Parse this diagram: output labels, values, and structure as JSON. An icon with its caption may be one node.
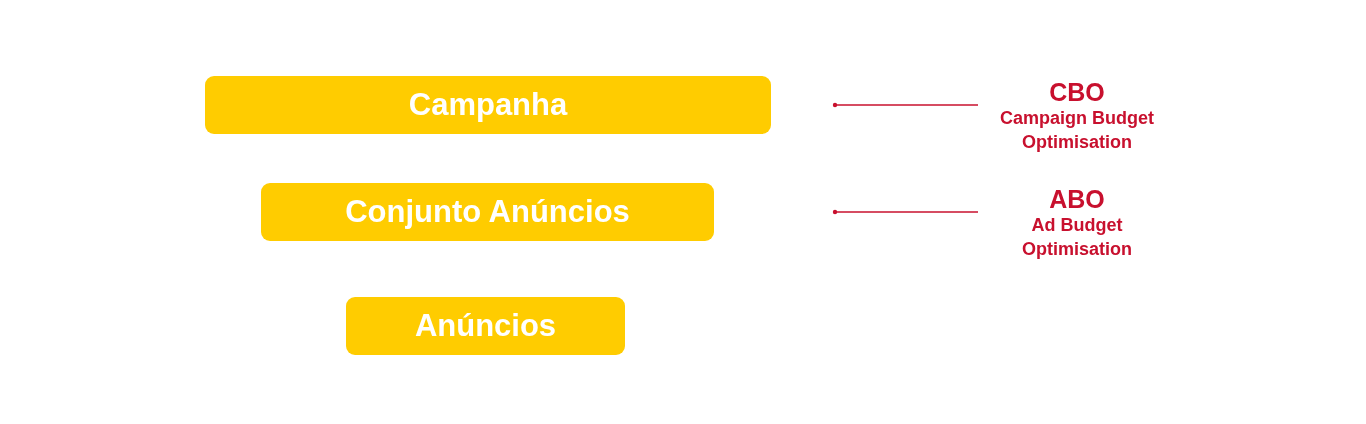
{
  "diagram": {
    "nodes": [
      {
        "text": [
          "Campanha"
        ]
      },
      {
        "text": [
          "Conjunto Anúncios"
        ]
      },
      {
        "text": [
          "Anúncios"
        ]
      },
      {
        "text": [
          "CBO",
          "Campaign Budget Optimisation"
        ]
      },
      {
        "text": [
          "ABO",
          "Ad Budget Optimisation"
        ]
      }
    ],
    "edges": [
      {
        "from": 3,
        "to": null,
        "arrow": "other"
      },
      {
        "from": 4,
        "to": null,
        "arrow": "other"
      }
    ]
  }
}
